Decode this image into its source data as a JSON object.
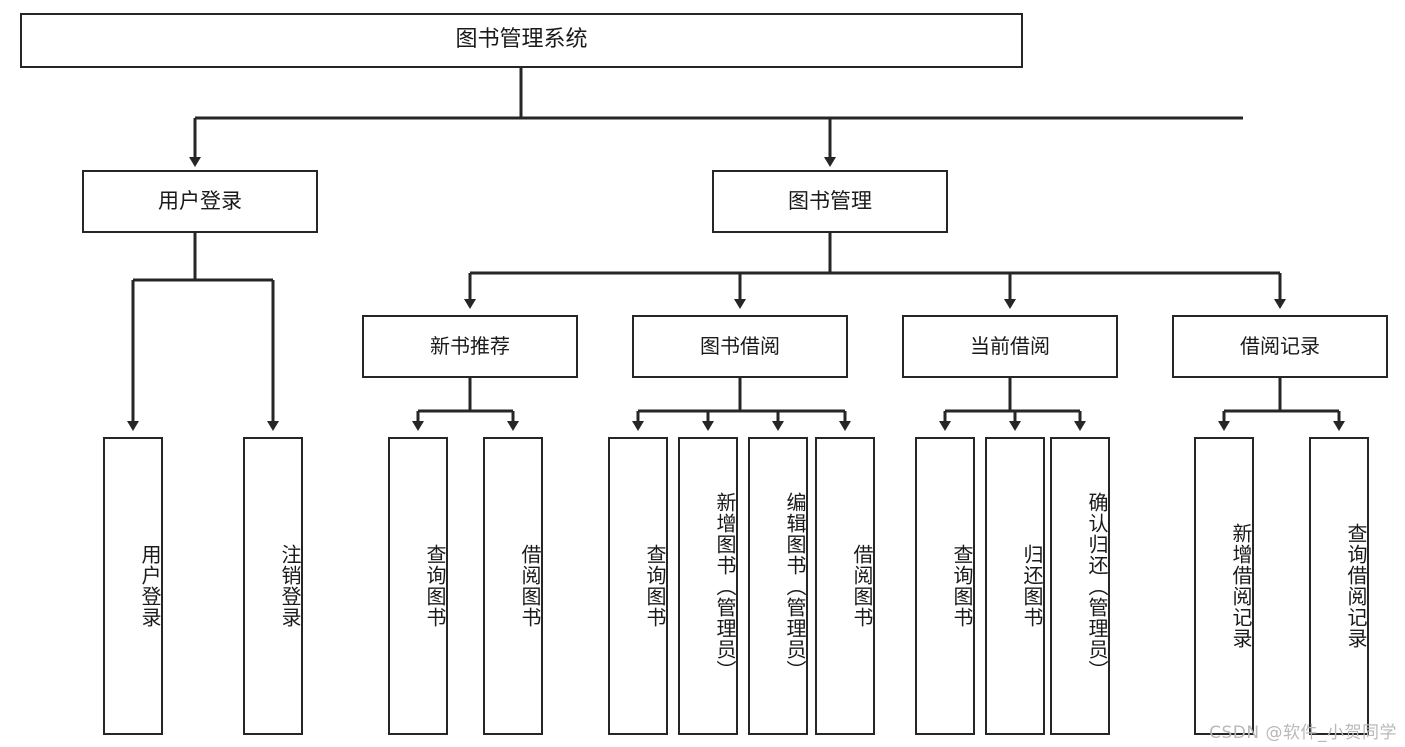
{
  "diagram": {
    "type": "tree-hierarchy",
    "title": "图书管理系统",
    "orientation": "top-down",
    "colors": {
      "stroke": "#262626",
      "box_fill": "#ffffff",
      "text": "#1a1a1a",
      "watermark": "#b9b9b9",
      "background": "#ffffff"
    },
    "root": {
      "label": "图书管理系统"
    },
    "level1": [
      {
        "label": "用户登录"
      },
      {
        "label": "图书管理"
      }
    ],
    "level2": [
      {
        "label": "新书推荐"
      },
      {
        "label": "图书借阅"
      },
      {
        "label": "当前借阅"
      },
      {
        "label": "借阅记录"
      }
    ],
    "leaves": {
      "user_login": [
        {
          "label": "用户登录"
        },
        {
          "label": "注销登录"
        }
      ],
      "new_book_recommend": [
        {
          "label": "查询图书"
        },
        {
          "label": "借阅图书"
        }
      ],
      "book_borrow": [
        {
          "label": "查询图书"
        },
        {
          "label": "新增图书（管理员）"
        },
        {
          "label": "编辑图书（管理员）"
        },
        {
          "label": "借阅图书"
        }
      ],
      "current_borrow": [
        {
          "label": "查询图书"
        },
        {
          "label": "归还图书"
        },
        {
          "label": "确认归还（管理员）"
        }
      ],
      "borrow_record": [
        {
          "label": "新增借阅记录"
        },
        {
          "label": "查询借阅记录"
        }
      ]
    }
  },
  "watermark": {
    "text": "CSDN @软件_小贺同学"
  }
}
